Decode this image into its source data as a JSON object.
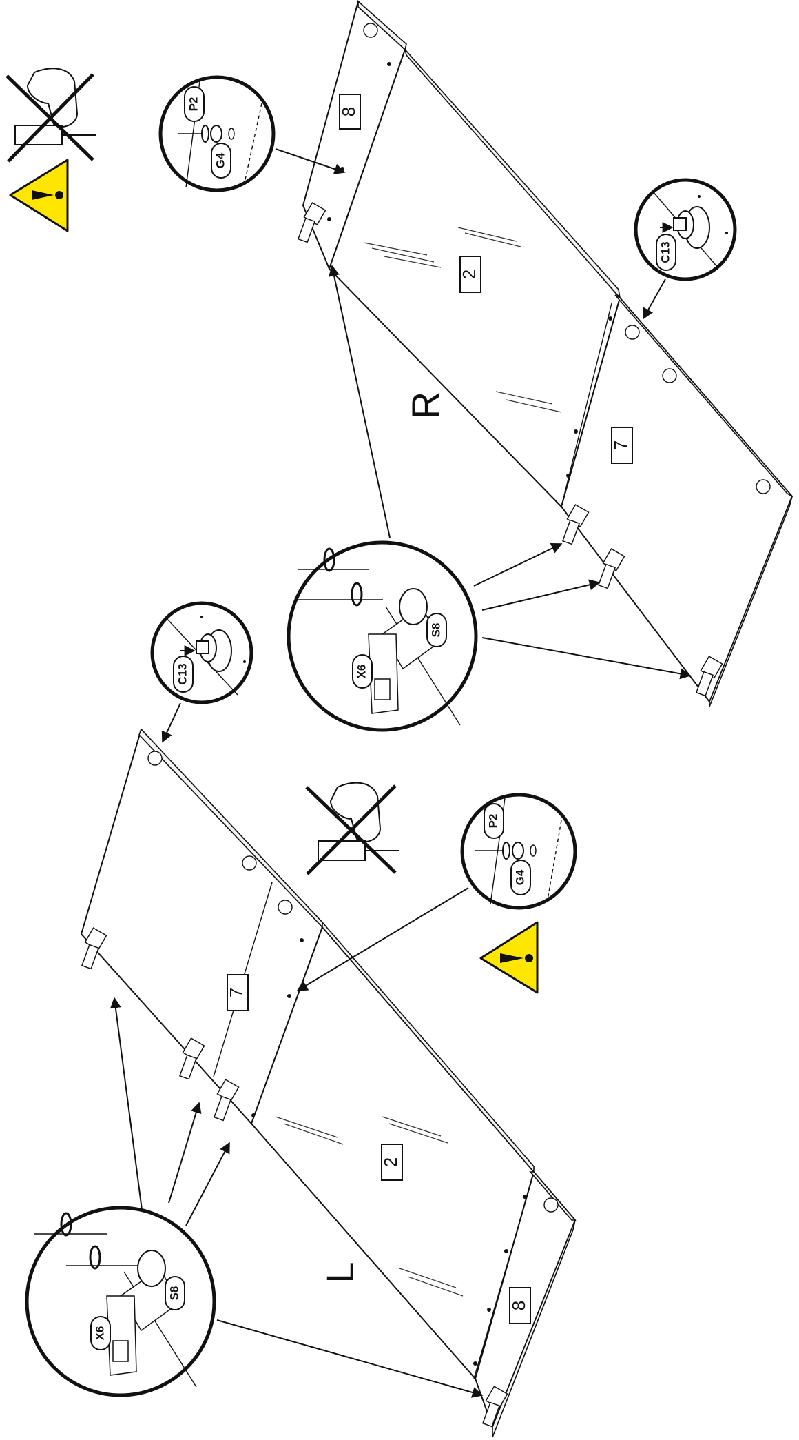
{
  "labels": {
    "left_side": "L",
    "right_side": "R"
  },
  "parts": {
    "door": "2",
    "rail_7": "7",
    "rail_8": "8"
  },
  "hardware": {
    "knob": "C13",
    "screw": "P2",
    "washer": "G4",
    "hinge": "X6",
    "hinge_screw": "S8"
  },
  "icons": {
    "warning": "warning-triangle-icon",
    "no_power_drill": "no-power-drill-icon",
    "screwdriver": "screwdriver-icon",
    "rotation": "rotation-arrow-icon"
  },
  "colors": {
    "warning_fill": "#ffe600",
    "line": "#111111"
  }
}
